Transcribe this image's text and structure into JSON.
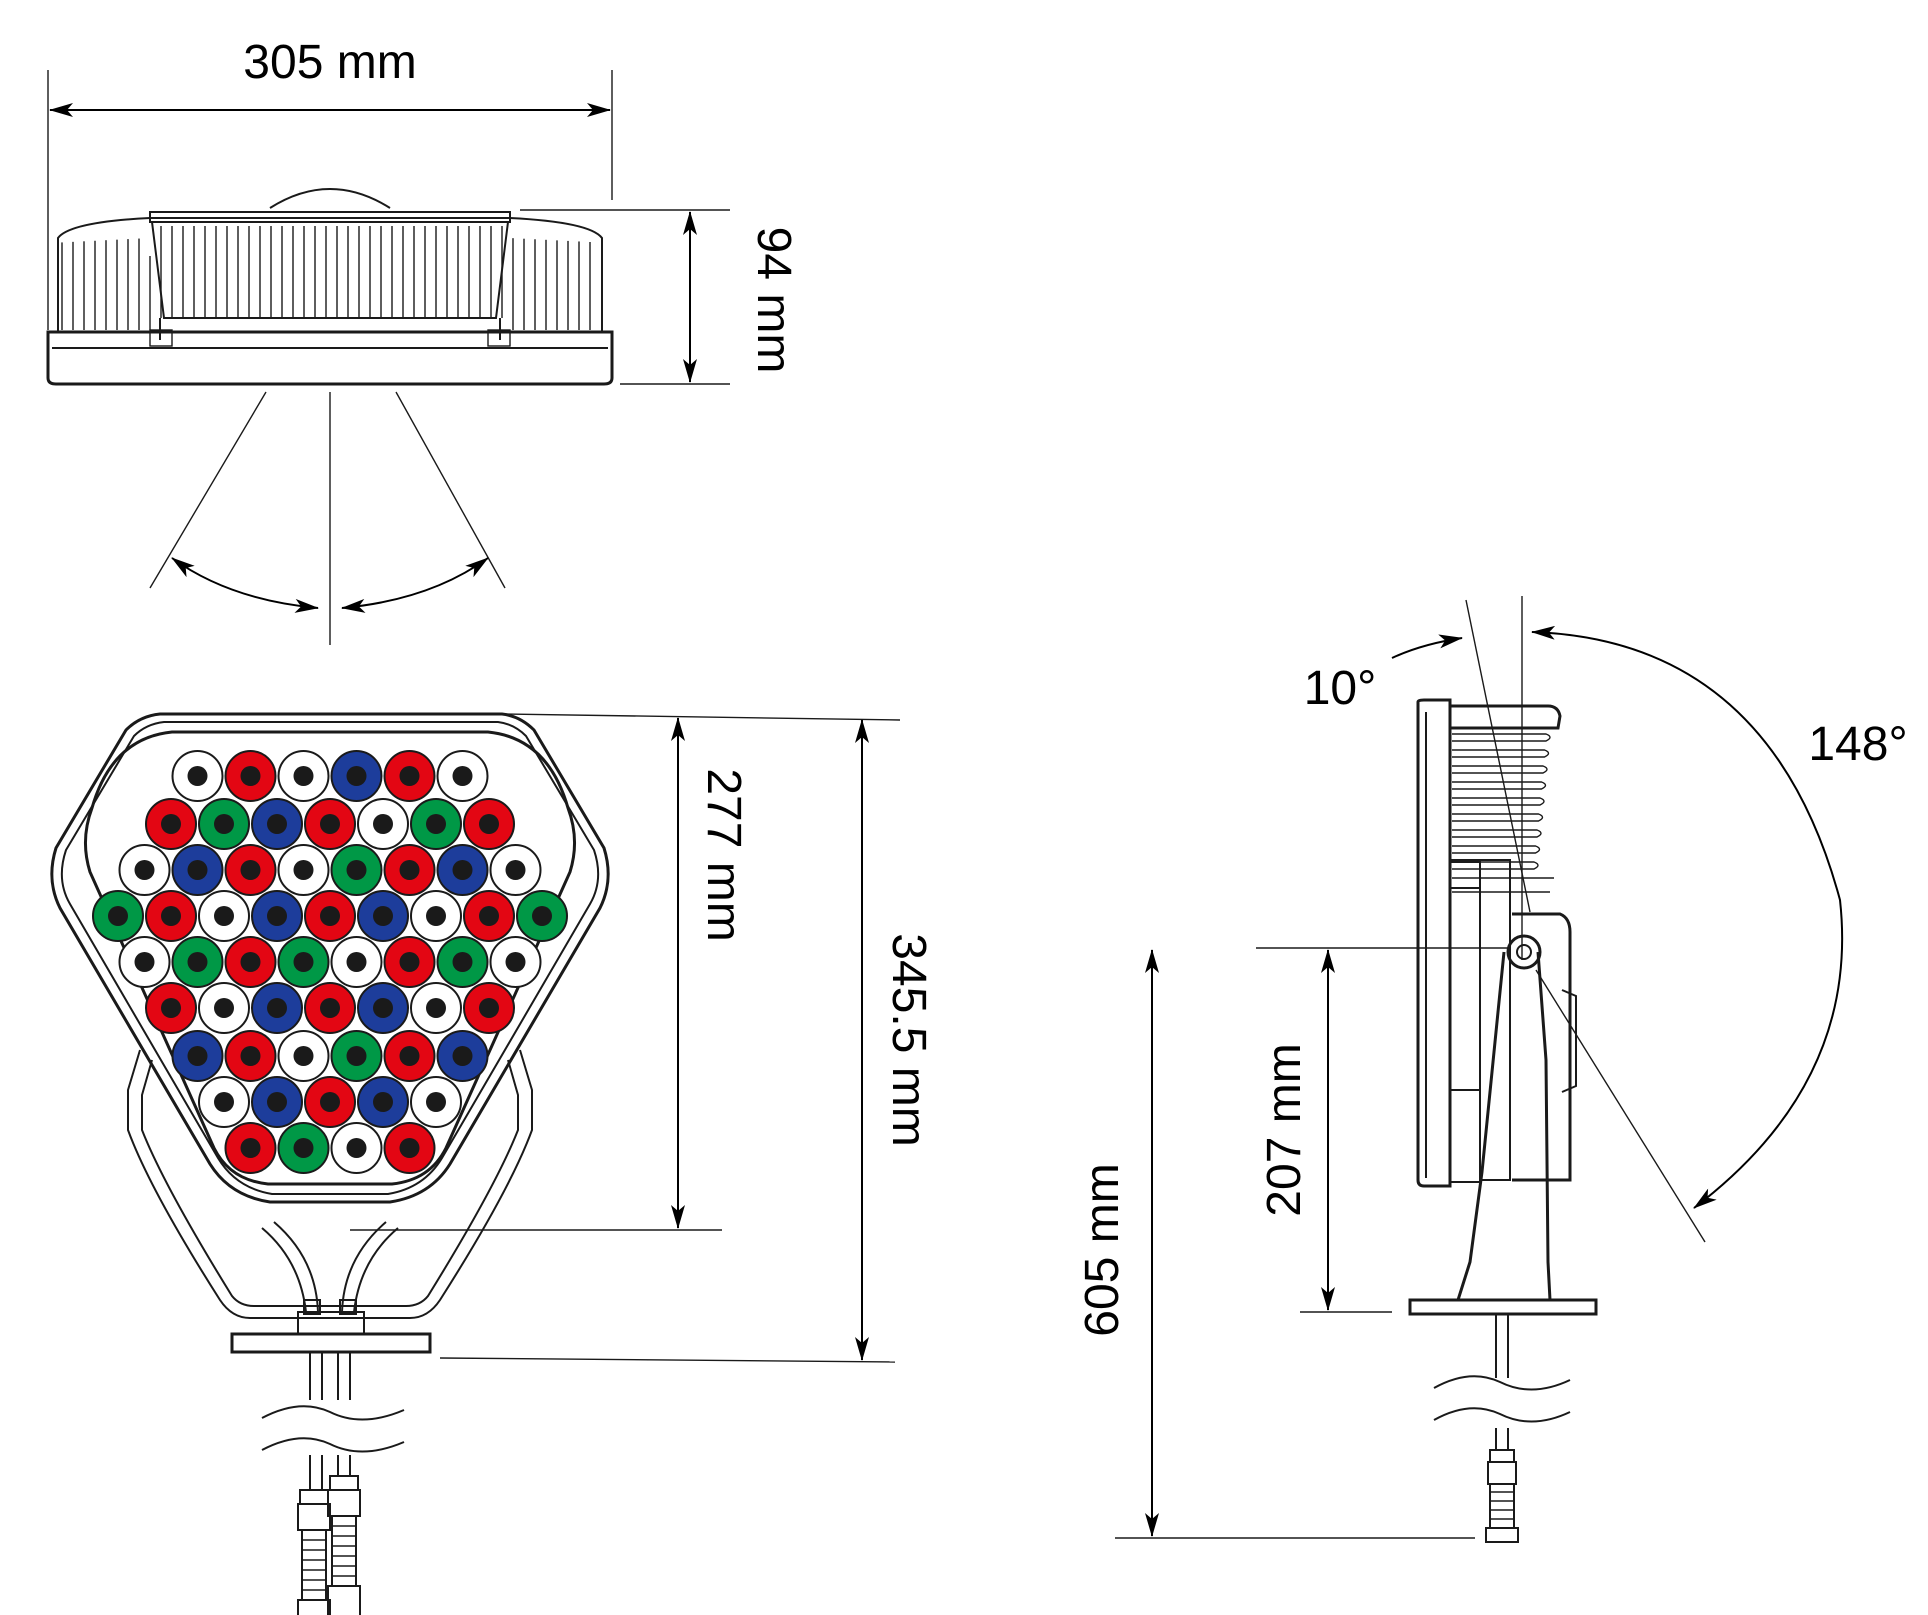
{
  "labels": {
    "width_top": "305 mm",
    "height_top": "94 mm",
    "front_inner_height": "277 mm",
    "front_total_height": "345.5 mm",
    "tilt_angle": "10°",
    "rotation_angle": "148°",
    "pivot_height": "207 mm",
    "overall_height": "605 mm"
  },
  "led_colors": {
    "W": "#ffffff",
    "R": "#e30613",
    "G": "#009846",
    "B": "#1d3d9b",
    "lens_core": "#1a1a1a"
  },
  "led_rows": [
    [
      "W",
      "R",
      "W",
      "B",
      "R",
      "W"
    ],
    [
      "R",
      "G",
      "B",
      "R",
      "W",
      "G",
      "R"
    ],
    [
      "W",
      "B",
      "R",
      "W",
      "G",
      "R",
      "B",
      "W"
    ],
    [
      "G",
      "R",
      "W",
      "B",
      "R",
      "B",
      "W",
      "R",
      "G"
    ],
    [
      "W",
      "G",
      "R",
      "G",
      "W",
      "R",
      "G",
      "W"
    ],
    [
      "R",
      "W",
      "B",
      "R",
      "B",
      "W",
      "R"
    ],
    [
      "B",
      "R",
      "W",
      "G",
      "R",
      "B"
    ],
    [
      "W",
      "B",
      "R",
      "B",
      "W"
    ],
    [
      "R",
      "G",
      "W",
      "R"
    ]
  ]
}
